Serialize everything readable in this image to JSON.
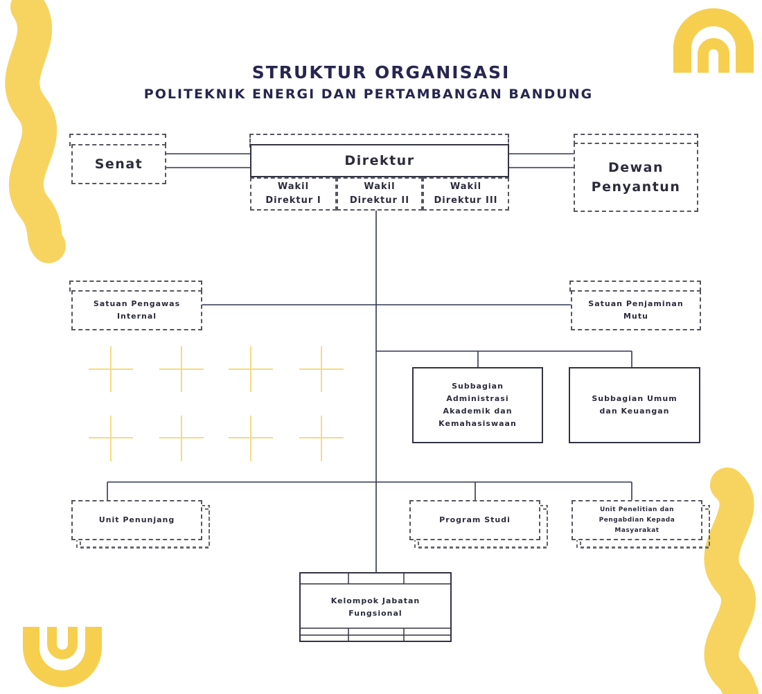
{
  "header": {
    "title": "STRUKTUR ORGANISASI",
    "subtitle": "POLITEKNIK ENERGI DAN PERTAMBANGAN BANDUNG"
  },
  "units": {
    "senat": "Senat",
    "direktur": "Direktur",
    "dewan": "Dewan\nPenyantun",
    "wd1": "Wakil\nDirektur I",
    "wd2": "Wakil\nDirektur II",
    "wd3": "Wakil\nDirektur III",
    "spi": "Satuan Pengawas\nInternal",
    "spm": "Satuan Penjaminan\nMutu",
    "subbag_akademik": "Subbagian\nAdministrasi\nAkademik dan\nKemahasiswaan",
    "subbag_umum": "Subbagian Umum\ndan Keuangan",
    "unit_penunjang": "Unit Penunjang",
    "program_studi": "Program Studi",
    "unit_penelitian": "Unit Penelitian dan\nPengabdian Kepada\nMasyarakat",
    "kjf": "Kelompok Jabatan\nFungsional"
  },
  "colors": {
    "accent": "#f6cf4f",
    "title": "#262650",
    "line": "#2f3650"
  }
}
